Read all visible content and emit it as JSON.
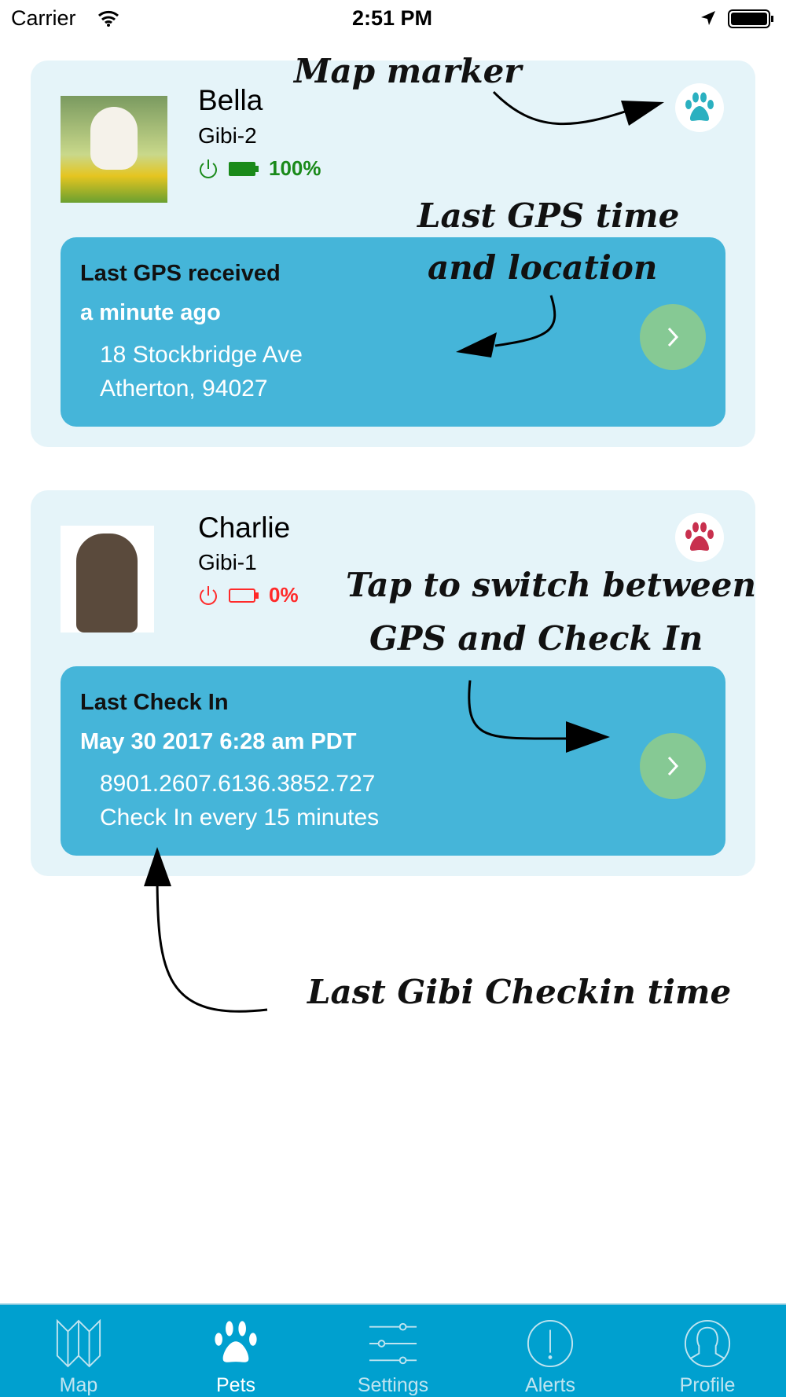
{
  "status_bar": {
    "carrier": "Carrier",
    "time": "2:51 PM"
  },
  "pets": [
    {
      "name": "Bella",
      "device": "Gibi-2",
      "battery": "100%",
      "battery_level": 1.0,
      "status_color": "#1a8a1a",
      "marker_color": "#2ab0c0",
      "panel": {
        "title": "Last GPS received",
        "time": "a minute ago",
        "line1": "18 Stockbridge Ave",
        "line2": "Atherton, 94027"
      }
    },
    {
      "name": "Charlie",
      "device": "Gibi-1",
      "battery": "0%",
      "battery_level": 0,
      "status_color": "#ff2a2a",
      "marker_color": "#c8304e",
      "panel": {
        "title": "Last Check In",
        "time": "May 30 2017 6:28 am PDT",
        "line1": "8901.2607.6136.3852.727",
        "line2": "Check In every 15 minutes"
      }
    }
  ],
  "annotations": {
    "map_marker": "Map marker",
    "gps_1": "Last GPS time",
    "gps_2": "and location",
    "tap_1": "Tap to switch between",
    "tap_2": "GPS and Check In",
    "checkin": "Last Gibi Checkin time"
  },
  "tabs": [
    {
      "label": "Map"
    },
    {
      "label": "Pets"
    },
    {
      "label": "Settings"
    },
    {
      "label": "Alerts"
    },
    {
      "label": "Profile"
    }
  ]
}
